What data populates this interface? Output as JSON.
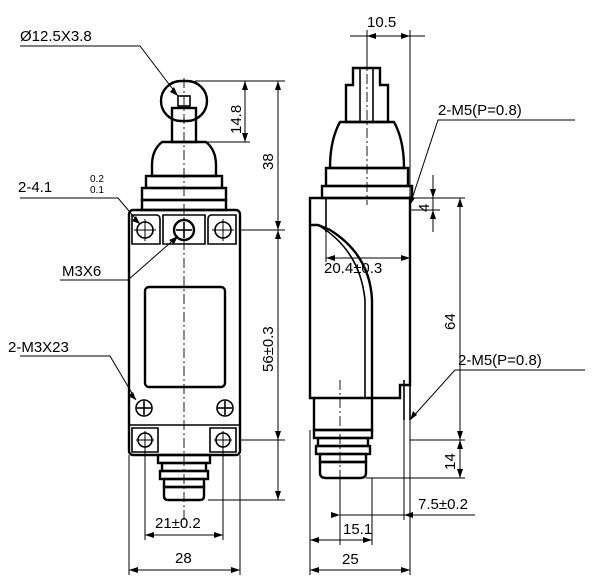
{
  "dimensions": {
    "roller": "Ø12.5X3.8",
    "roller_height": "14.8",
    "actuator_height": "38",
    "mount_holes": "2-4.1",
    "mount_holes_tol_upper": "0.2",
    "mount_holes_tol_lower": "0.1",
    "screw_top": "M3X6",
    "cover_screws": "2-M3X23",
    "hole_spacing": "56±0.3",
    "conduit_spacing": "21±0.2",
    "front_width": "28",
    "shaft_width": "10.5",
    "thread_top": "2-M5(P=0.8)",
    "thread_bottom": "2-M5(P=0.8)",
    "top_offset": "4",
    "depth_offset": "20.4±0.3",
    "side_height": "64",
    "bottom_height": "14",
    "conduit_offset": "7.5±0.2",
    "conduit_depth": "15.1",
    "side_width": "25"
  }
}
